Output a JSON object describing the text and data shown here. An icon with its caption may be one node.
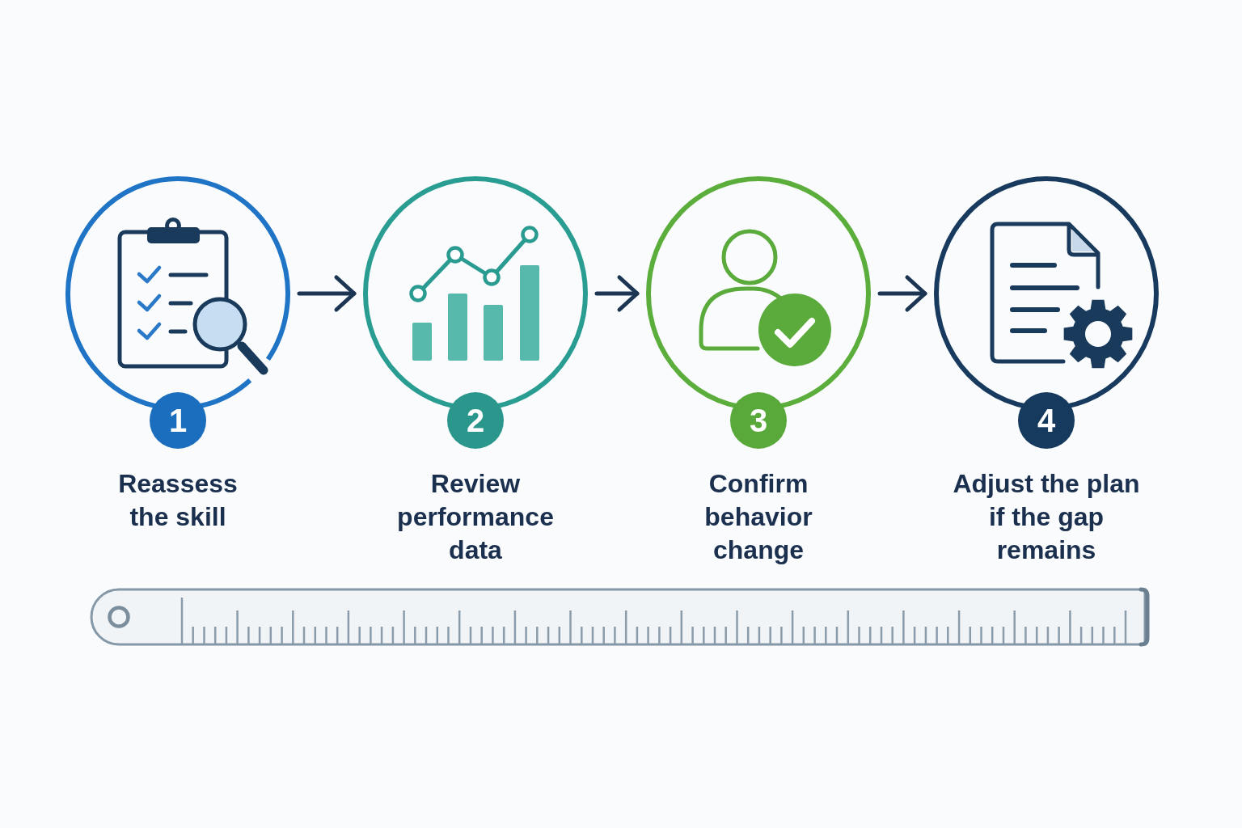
{
  "diagram": {
    "nodes": [
      {
        "text": [
          "1",
          "Reassess the skill"
        ]
      },
      {
        "text": [
          "2",
          "Review performance data"
        ]
      },
      {
        "text": [
          "3",
          "Confirm behavior change"
        ]
      },
      {
        "text": [
          "4",
          "Adjust the plan if the gap remains"
        ]
      }
    ],
    "edges": [
      {
        "from": 0,
        "to": 1,
        "arrow": "to"
      },
      {
        "from": 1,
        "to": 2,
        "arrow": "to"
      },
      {
        "from": 2,
        "to": 3,
        "arrow": "to"
      }
    ]
  }
}
